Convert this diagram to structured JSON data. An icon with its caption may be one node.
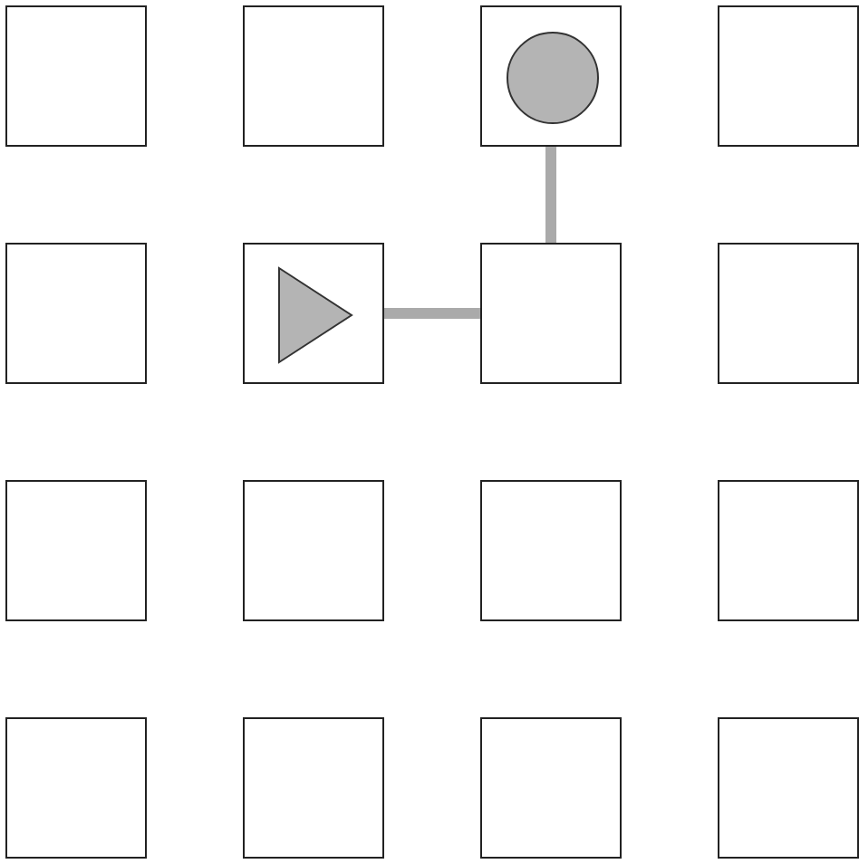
{
  "diagram": {
    "nodes": [
      {
        "text": [],
        "shape": "box"
      },
      {
        "text": [],
        "shape": "box"
      },
      {
        "text": [],
        "shape": "box"
      },
      {
        "text": [],
        "shape": "circle",
        "in": 2
      },
      {
        "text": [],
        "shape": "box"
      },
      {
        "text": [],
        "shape": "box"
      },
      {
        "text": [],
        "shape": "box"
      },
      {
        "text": [],
        "shape": "triangle",
        "in": 6
      },
      {
        "text": [],
        "shape": "box"
      },
      {
        "text": [],
        "shape": "box"
      },
      {
        "text": [],
        "shape": "box"
      },
      {
        "text": [],
        "shape": "box"
      },
      {
        "text": [],
        "shape": "box"
      },
      {
        "text": [],
        "shape": "box"
      },
      {
        "text": [],
        "shape": "box"
      },
      {
        "text": [],
        "shape": "box"
      },
      {
        "text": [],
        "shape": "box"
      },
      {
        "text": [],
        "shape": "box"
      }
    ],
    "edges": [
      {
        "from": 6,
        "to": 8,
        "arrow": "none"
      },
      {
        "from": 2,
        "to": 8,
        "arrow": "none"
      }
    ]
  }
}
